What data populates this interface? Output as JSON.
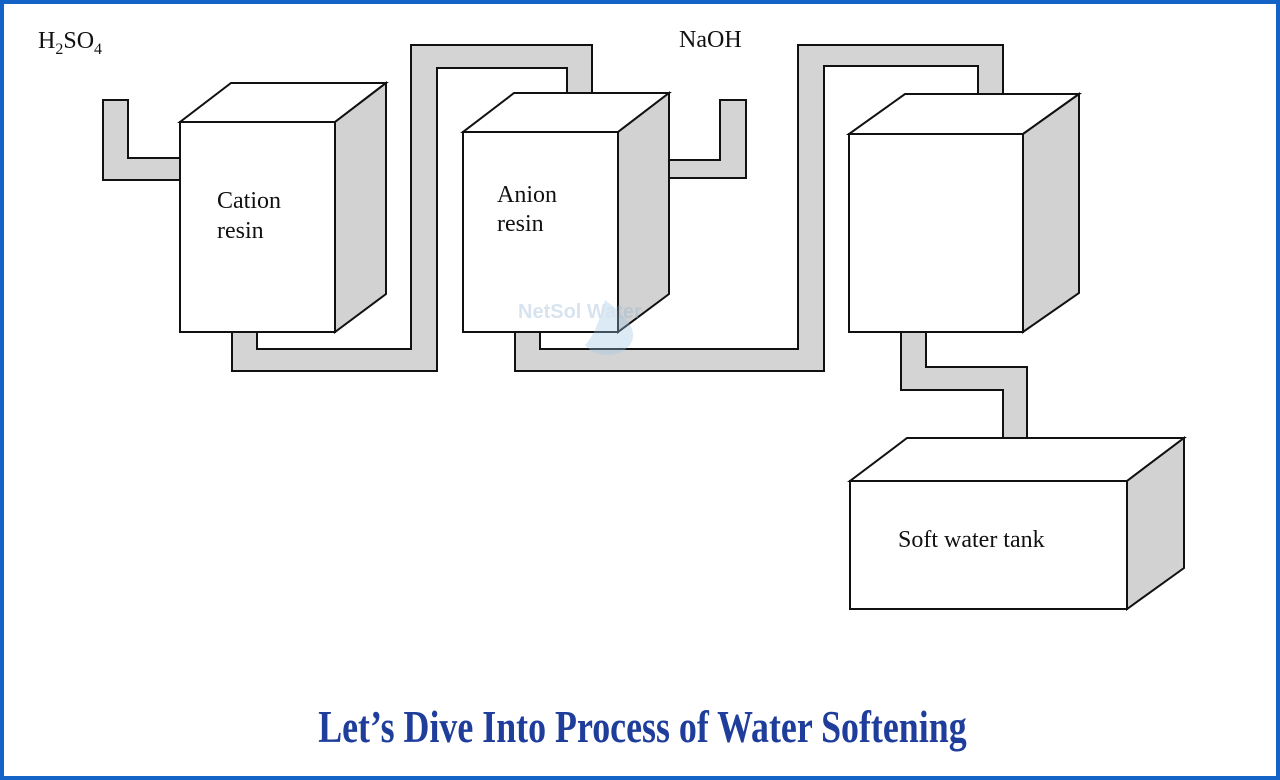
{
  "labels": {
    "h2so4_base": "H",
    "h2so4_sub1": "2",
    "h2so4_mid": "SO",
    "h2so4_sub2": "4",
    "naoh": "NaOH",
    "cation_line1": "Cation",
    "cation_line2": "resin",
    "anion_line1": "Anion",
    "anion_line2": "resin",
    "soft_tank": "Soft water tank"
  },
  "watermark": "NetSol Water",
  "caption": "Let’s Dive Into Process of Water Softening",
  "colors": {
    "frame": "#1464c8",
    "pipe_fill": "#d4d4d4",
    "box_side": "#d2d2d2",
    "caption": "#1f3e9c"
  }
}
